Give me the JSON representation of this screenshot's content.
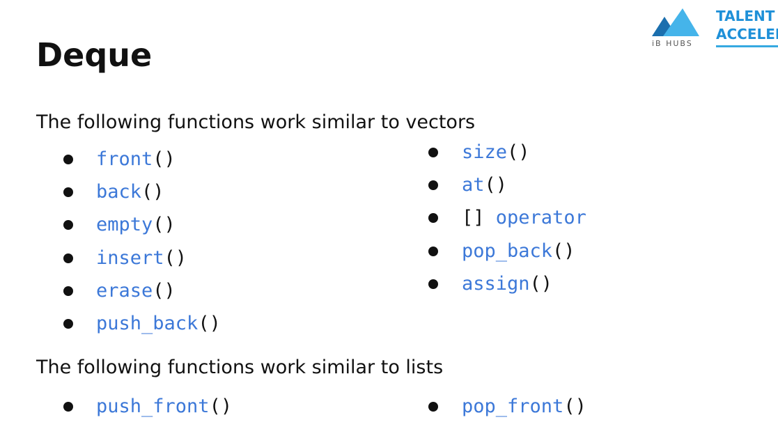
{
  "slide": {
    "title": "Deque",
    "section_vectors": "The following functions work similar to vectors",
    "section_lists": "The following functions work similar to lists"
  },
  "vectors_left": [
    {
      "name": "front",
      "suffix": "()"
    },
    {
      "name": "back",
      "suffix": "()"
    },
    {
      "name": "empty",
      "suffix": "()"
    },
    {
      "name": "insert",
      "suffix": "()"
    },
    {
      "name": "erase",
      "suffix": "()"
    },
    {
      "name": "push_back",
      "suffix": "()"
    }
  ],
  "vectors_right": [
    {
      "name": "size",
      "suffix": "()"
    },
    {
      "name": "at",
      "suffix": "()"
    },
    {
      "prefix": "[] ",
      "name": "operator"
    },
    {
      "name": "pop_back",
      "suffix": "()"
    },
    {
      "name": "assign",
      "suffix": "()"
    }
  ],
  "lists_items": [
    {
      "name": "push_front",
      "suffix": "()"
    },
    {
      "name": "pop_front",
      "suffix": "()"
    }
  ],
  "logo": {
    "caption": "iB HUBS",
    "brand_line1": "TALENT",
    "brand_line2": "ACCELERATOR",
    "colors": {
      "dark": "#1b6fae",
      "light": "#45b4ea"
    }
  }
}
